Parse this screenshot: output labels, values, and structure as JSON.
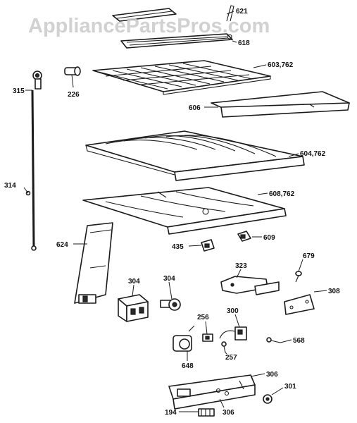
{
  "watermark": "AppliancePartsPros.com",
  "callouts": {
    "p621": "621",
    "p618": "618",
    "p315": "315",
    "p226": "226",
    "p603": "603,762",
    "p606": "606",
    "p604": "604,762",
    "p314": "314",
    "p608": "608,762",
    "p609": "609",
    "p624": "624",
    "p435": "435",
    "p679": "679",
    "p323": "323",
    "p304a": "304",
    "p304b": "304",
    "p308": "308",
    "p256": "256",
    "p300": "300",
    "p568": "568",
    "p257": "257",
    "p648": "648",
    "p306a": "306",
    "p301": "301",
    "p194": "194",
    "p306b": "306"
  }
}
